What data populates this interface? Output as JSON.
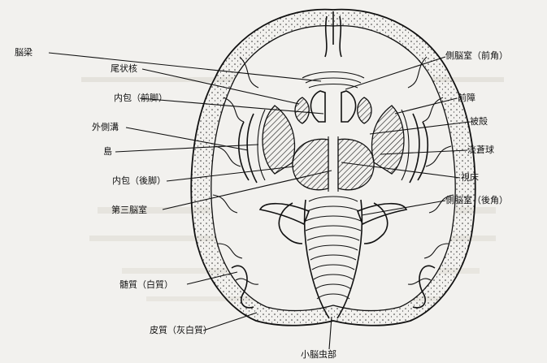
{
  "diagram": {
    "labels": {
      "corpus_callosum": "脳梁",
      "caudate_nucleus": "尾状核",
      "internal_capsule_anterior": "内包（前脚）",
      "extreme_capsule": "外側溝",
      "insula": "島",
      "internal_capsule_posterior": "内包（後脚）",
      "third_ventricle": "第三脳室",
      "medulla_white_matter": "髄質（白質）",
      "cortex_gray_matter": "皮質（灰白質）",
      "vermis": "小脳虫部",
      "lateral_ventricle_anterior": "側脳室（前角）",
      "claustrum": "前障",
      "putamen": "被殻",
      "globus_pallidus": "淡蒼球",
      "thalamus": "視床",
      "lateral_ventricle_posterior": "側脳室（後角）"
    }
  },
  "colors": {
    "ink": "#111111",
    "paper": "#f2f1ee"
  }
}
